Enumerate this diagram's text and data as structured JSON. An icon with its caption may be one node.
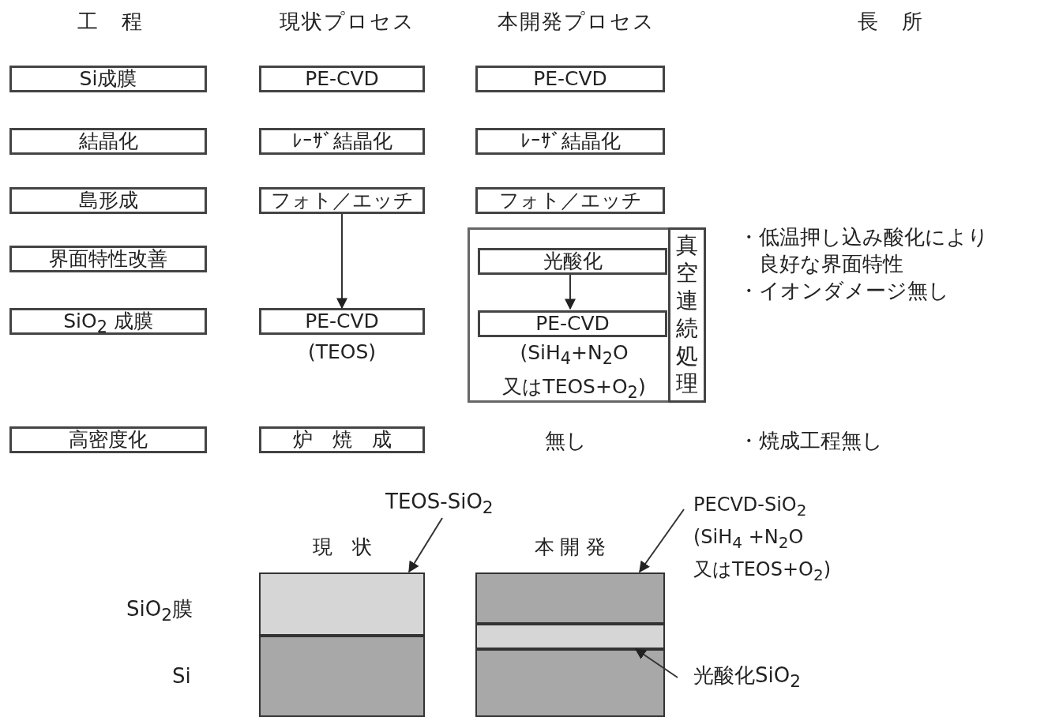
{
  "diagram": {
    "nodes": [
      {
        "text": [
          "Si成膜"
        ]
      },
      {
        "text": [
          "PE-CVD"
        ]
      },
      {
        "text": [
          "PE-CVD"
        ]
      },
      {
        "text": [
          "結晶化"
        ]
      },
      {
        "text": [
          "ﾚｰｻﾞ結晶化"
        ]
      },
      {
        "text": [
          "ﾚｰｻﾞ結晶化"
        ]
      },
      {
        "text": [
          "島形成"
        ]
      },
      {
        "text": [
          "フォト／エッチ"
        ]
      },
      {
        "text": [
          "フォト／エッチ"
        ]
      },
      {
        "text": [
          "界面特性改善"
        ]
      },
      {
        "text": [
          "真空連続処理"
        ]
      },
      {
        "text": [
          "光酸化"
        ],
        "in": 10
      },
      {
        "text": [
          "SiO$_{2}$ 成膜"
        ]
      },
      {
        "text": [
          "PE-CVD"
        ],
        "beside": [
          "(TEOS)"
        ]
      },
      {
        "text": [
          "PE-CVD"
        ],
        "in": 10,
        "beside": [
          "(SiH$_{4}$+N$_{2}$O 又はTEOS+O$_{2}$)"
        ]
      },
      {
        "text": [
          "高密度化"
        ]
      },
      {
        "text": [
          "炉　焼　成"
        ]
      },
      {
        "text": [
          "TEOS-SiO$_{2}$"
        ]
      },
      {
        "text": [],
        "shape": "box",
        "beside": [
          "現　状"
        ]
      },
      {
        "text": [
          "PECVD-SiO$_{2}$",
          "(SiH$_{4}$ +N$_{2}$O 又はTEOS+O$_{2}$)"
        ]
      },
      {
        "text": [],
        "shape": "box",
        "beside": [
          "本 開 発"
        ]
      },
      {
        "text": [],
        "shape": "box"
      },
      {
        "text": [
          "光酸化SiO$_{2}$"
        ]
      },
      {
        "text": [],
        "shape": "box"
      },
      {
        "text": [],
        "shape": "box"
      }
    ],
    "edges": [
      {
        "from": 7,
        "to": 13,
        "arrow": "to"
      },
      {
        "from": 11,
        "to": 14,
        "arrow": "to"
      },
      {
        "from": 17,
        "to": 18,
        "arrow": "to"
      },
      {
        "from": 19,
        "to": 20,
        "arrow": "to"
      },
      {
        "from": 22,
        "to": 21,
        "arrow": "to"
      }
    ],
    "labels": [
      "工　程",
      "現状プロセス",
      "本開発プロセス",
      "長　所",
      "・低温押し込み酸化により良好な界面特性",
      "・イオンダメージ無し",
      "無し",
      "・焼成工程無し",
      "SiO$_{2}$膜",
      "Si"
    ]
  }
}
